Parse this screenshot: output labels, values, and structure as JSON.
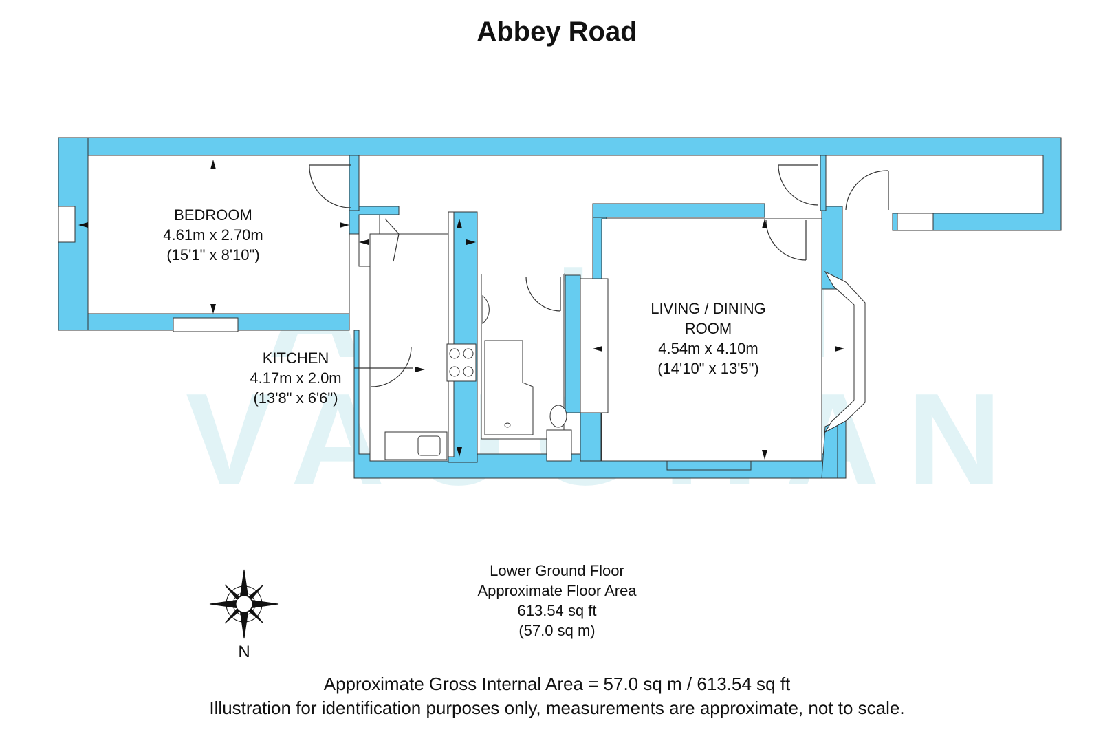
{
  "title": "Abbey Road",
  "watermark": {
    "line1": "ASTON",
    "line2": "VAUGHAN"
  },
  "colors": {
    "wall": "#66ccf0",
    "floor": "#ffffff",
    "stroke": "#333333"
  },
  "rooms": [
    {
      "name": "BEDROOM",
      "metric": "4.61m x 2.70m",
      "imperial": "(15'1\" x 8'10\")"
    },
    {
      "name": "KITCHEN",
      "metric": "4.17m x 2.0m",
      "imperial": "(13'8\" x 6'6\")"
    },
    {
      "name_line1": "LIVING / DINING",
      "name_line2": "ROOM",
      "metric": "4.54m x 4.10m",
      "imperial": "(14'10\" x 13'5\")"
    }
  ],
  "floor_info": {
    "floor_name": "Lower Ground Floor",
    "area_label": "Approximate Floor Area",
    "area_sqft": "613.54 sq ft",
    "area_sqm": "(57.0 sq m)"
  },
  "compass": {
    "north_label": "N"
  },
  "footer": {
    "gross_area": "Approximate Gross Internal Area = 57.0 sq m / 613.54 sq ft",
    "disclaimer": "Illustration for identification purposes only, measurements are approximate, not to scale."
  }
}
